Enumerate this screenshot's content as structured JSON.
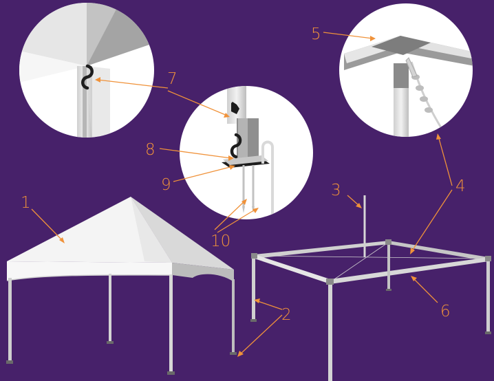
{
  "diagram": {
    "colors": {
      "background": "#47216a",
      "callout": "#f0923a",
      "canvas_white": "#ffffff",
      "pole_light": "#e3e3e3",
      "pole_mid": "#c6c6c6",
      "pole_dark": "#8f8f8f",
      "hardware_dark": "#1d1d1d"
    },
    "callouts": [
      {
        "id": "1",
        "label": "1",
        "part": "assembled tent canopy"
      },
      {
        "id": "2",
        "label": "2",
        "part": "legs"
      },
      {
        "id": "3",
        "label": "3",
        "part": "center pole"
      },
      {
        "id": "4",
        "label": "4",
        "part": "cable"
      },
      {
        "id": "5",
        "label": "5",
        "part": "corner connector"
      },
      {
        "id": "6",
        "label": "6",
        "part": "frame rail"
      },
      {
        "id": "7",
        "label": "7",
        "part": "top hook"
      },
      {
        "id": "8",
        "label": "8",
        "part": "bottom hook"
      },
      {
        "id": "9",
        "label": "9",
        "part": "base plate"
      },
      {
        "id": "10",
        "label": "10",
        "part": "stakes"
      }
    ]
  }
}
